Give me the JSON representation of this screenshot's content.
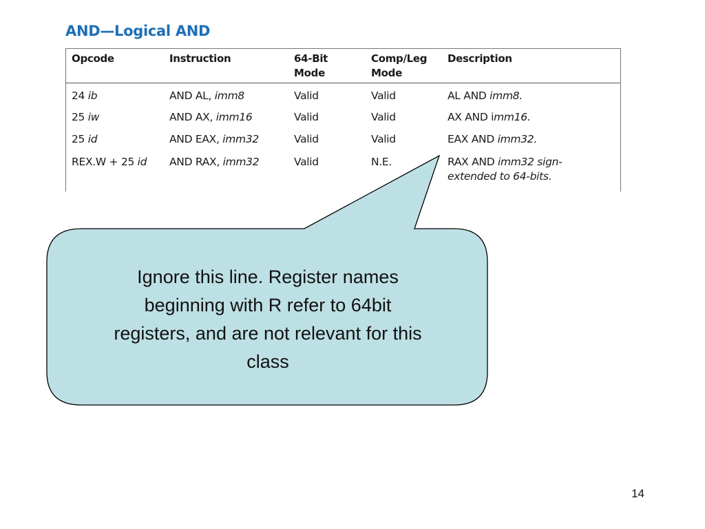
{
  "title": "AND—Logical AND",
  "table": {
    "headers": [
      "Opcode",
      "Instruction",
      "64-Bit",
      "Mode",
      "Comp/Leg",
      "Mode",
      "Description"
    ],
    "rows": [
      {
        "opcode_a": "24 ",
        "opcode_b": "ib",
        "instr_a": "AND AL, ",
        "instr_b": "imm8",
        "m64": "Valid",
        "comp": "Valid",
        "desc_a": "AL AND ",
        "desc_b": "imm8."
      },
      {
        "opcode_a": "25 ",
        "opcode_b": "iw",
        "instr_a": "AND AX, ",
        "instr_b": "imm16",
        "m64": "Valid",
        "comp": "Valid",
        "desc_a": "AX AND i",
        "desc_b": "mm16."
      },
      {
        "opcode_a": "25 ",
        "opcode_b": "id",
        "instr_a": "AND EAX, ",
        "instr_b": "imm32",
        "m64": "Valid",
        "comp": "Valid",
        "desc_a": "EAX AND ",
        "desc_b": "imm32."
      },
      {
        "opcode_a": "REX.W + 25 ",
        "opcode_b": "id",
        "instr_a": "AND RAX, ",
        "instr_b": "imm32",
        "m64": "Valid",
        "comp": "N.E.",
        "desc_a": "RAX AND ",
        "desc_b": "imm32 sign-",
        "desc_c": "extended to 64-bits."
      }
    ]
  },
  "callout": {
    "lines": [
      "Ignore this line. Register names",
      "beginning with R refer to 64bit",
      "registers, and are not relevant for this",
      "class"
    ],
    "fill": "#bde0e4",
    "stroke": "#000000"
  },
  "page_number": "14",
  "colors": {
    "title": "#1f6fb7"
  }
}
